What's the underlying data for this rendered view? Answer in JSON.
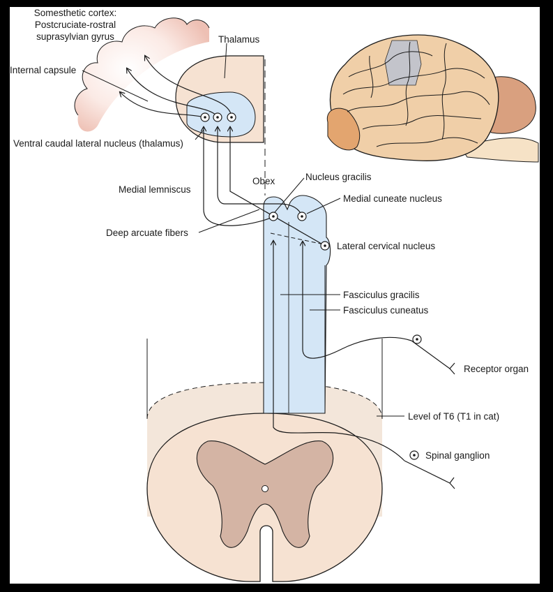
{
  "labels": {
    "cortex_line1": "Somesthetic cortex:",
    "cortex_line2": "Postcruciate-rostral",
    "cortex_line3": "suprasylvian gyrus",
    "thalamus": "Thalamus",
    "internal_capsule": "Internal capsule",
    "vcl_nucleus": "Ventral caudal lateral nucleus (thalamus)",
    "obex": "Obex",
    "nucleus_gracilis": "Nucleus gracilis",
    "medial_lemniscus": "Medial lemniscus",
    "medial_cuneate_nucleus": "Medial cuneate nucleus",
    "deep_arcuate_fibers": "Deep arcuate fibers",
    "lateral_cervical_nucleus": "Lateral cervical nucleus",
    "fasciculus_gracilis": "Fasciculus gracilis",
    "fasciculus_cuneatus": "Fasciculus cuneatus",
    "receptor_organ": "Receptor organ",
    "level": "Level of T6 (T1 in cat)",
    "spinal_ganglion": "Spinal ganglion"
  },
  "colors": {
    "background": "#000000",
    "panel": "#ffffff",
    "tract_blue": "#d4e6f6",
    "tissue_peach": "#f6e2d2",
    "grey_matter": "#d4b4a4",
    "cortex_pink": "#f3cfc6",
    "brain_tan": "#e8bf99",
    "brain_grey": "#bfc3cf",
    "line": "#1a1a1a"
  },
  "icons": [
    "brain-illustration",
    "neuron-cell-body-icon",
    "arrowhead-icon"
  ]
}
